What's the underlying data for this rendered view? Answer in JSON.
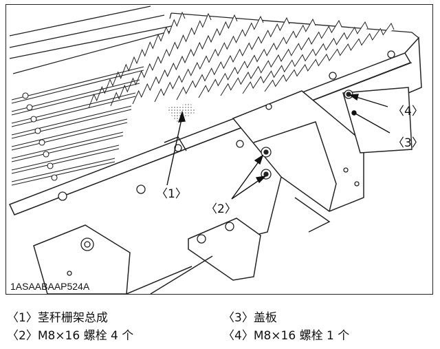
{
  "figure": {
    "code": "1ASAABAAP524A",
    "callouts": [
      "〈1〉",
      "〈2〉",
      "〈3〉",
      "〈4〉"
    ]
  },
  "legend": [
    {
      "num": "〈1〉",
      "text": "茎秆栅架总成"
    },
    {
      "num": "〈2〉",
      "text": "M8×16 螺栓 4 个"
    },
    {
      "num": "〈3〉",
      "text": "盖板"
    },
    {
      "num": "〈4〉",
      "text": "M8×16 螺栓 1 个"
    }
  ]
}
